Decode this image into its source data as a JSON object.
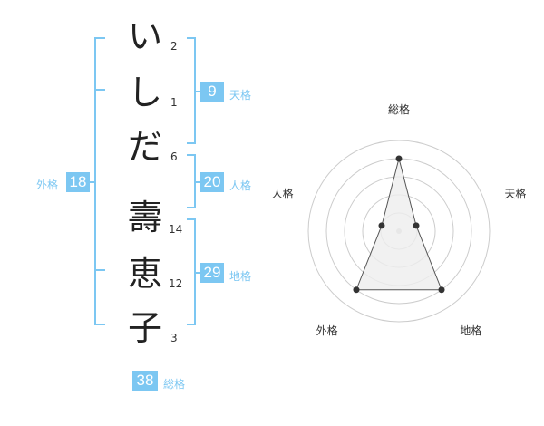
{
  "name_chars": [
    {
      "char": "い",
      "strokes": "2"
    },
    {
      "char": "し",
      "strokes": "1"
    },
    {
      "char": "だ",
      "strokes": "6"
    },
    {
      "char": "壽",
      "strokes": "14"
    },
    {
      "char": "恵",
      "strokes": "12"
    },
    {
      "char": "子",
      "strokes": "3"
    }
  ],
  "kakusu": {
    "tenkaku": {
      "value": "9",
      "label": "天格"
    },
    "jinkaku": {
      "value": "20",
      "label": "人格"
    },
    "chikaku": {
      "value": "29",
      "label": "地格"
    },
    "gaikaku": {
      "value": "18",
      "label": "外格"
    },
    "soukaku": {
      "value": "38",
      "label": "総格"
    }
  },
  "chart_data": {
    "type": "radar",
    "axes": [
      "総格",
      "天格",
      "地格",
      "外格",
      "人格"
    ],
    "values": [
      4,
      1,
      4,
      4,
      1
    ],
    "max": 5,
    "rings": 5,
    "colors": {
      "accent": "#7cc7f2",
      "fill": "#eeeeee",
      "stroke": "#555555",
      "grid": "#cccccc",
      "point": "#333333"
    }
  }
}
